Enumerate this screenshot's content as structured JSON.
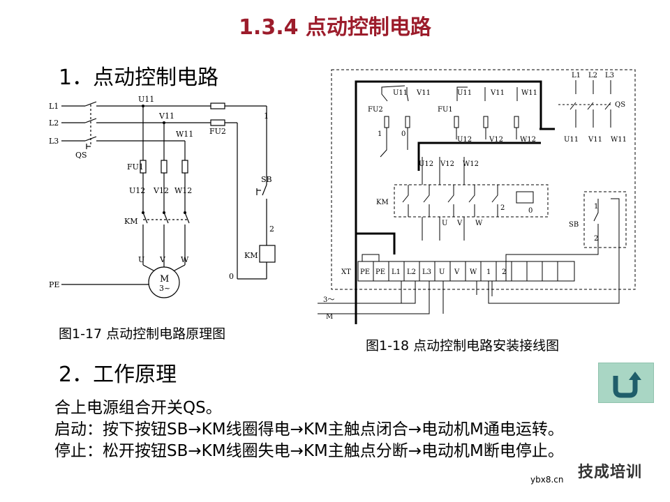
{
  "title": "1.3.4  点动控制电路",
  "section1": "1．点动控制电路",
  "section2": "2．工作原理",
  "fig1_caption": "图1-17  点动控制电路原理图",
  "fig2_caption": "图1-18  点动控制电路安装接线图",
  "body_lines": [
    "合上电源组合开关QS。",
    "启动：按下按钮SB→KM线圈得电→KM主触点闭合→电动机M通电运转。",
    "停止：松开按钮SB→KM线圈失电→KM主触点分断→电动机M断电停止。"
  ],
  "watermark_url": "ybx8.cn",
  "watermark_text": "技成培训",
  "schematic": {
    "L1": "L1",
    "L2": "L2",
    "L3": "L3",
    "QS": "QS",
    "U11": "U11",
    "V11": "V11",
    "W11": "W11",
    "FU1": "FU1",
    "FU2": "FU2",
    "U12": "U12",
    "V12": "V12",
    "W12": "W12",
    "KM": "KM",
    "U": "U",
    "V": "V",
    "W": "W",
    "M": "M",
    "M3": "3~",
    "PE": "PE",
    "SB": "SB",
    "n1": "1",
    "n2": "2",
    "n0": "0",
    "KMcoil": "KM"
  },
  "wiring": {
    "L1": "L1",
    "L2": "L2",
    "L3": "L3",
    "QS": "QS",
    "U11a": "U11",
    "V11a": "V11",
    "U11b": "U11",
    "V11b": "V11",
    "W11b": "W11",
    "U11c": "U11",
    "V11c": "V11",
    "W11c": "W11",
    "FU2": "FU2",
    "FU1": "FU1",
    "f1": "1",
    "f0": "0",
    "U12a": "U12",
    "V12a": "V12",
    "W12a": "W12",
    "U12b": "U12",
    "V12b": "V12",
    "W12b": "W12",
    "KM": "KM",
    "k2": "2",
    "k0": "0",
    "U": "U",
    "V": "V",
    "W": "W",
    "SB": "SB",
    "s1": "1",
    "s2": "2",
    "XT": "XT",
    "PE1": "PE",
    "PE2": "PE",
    "tL1": "L1",
    "tL2": "L2",
    "tL3": "L3",
    "tU": "U",
    "tV": "V",
    "tW": "W",
    "t1": "1",
    "t2": "2",
    "in3": "3～",
    "inM": "M"
  },
  "colors": {
    "title": "#9c1c2b",
    "button": "#a9d6c4",
    "arrow": "#1f5e6a"
  }
}
